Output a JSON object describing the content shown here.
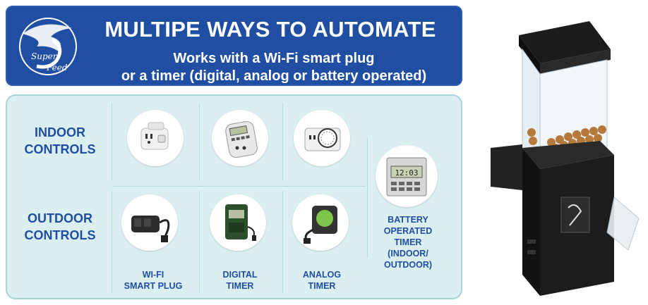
{
  "banner": {
    "title": "MULTIPE WAYS TO AUTOMATE",
    "subtitle_line1": "Works with a Wi-Fi smart plug",
    "subtitle_line2": "or a timer (digital, analog or battery operated)",
    "logo_text": "Super Feed"
  },
  "rows": {
    "indoor_line1": "INDOOR",
    "indoor_line2": "CONTROLS",
    "outdoor_line1": "OUTDOOR",
    "outdoor_line2": "CONTROLS"
  },
  "captions": {
    "wifi_line1": "WI-FI",
    "wifi_line2": "SMART PLUG",
    "digital_line1": "DIGITAL",
    "digital_line2": "TIMER",
    "analog_line1": "ANALOG",
    "analog_line2": "TIMER",
    "battery_line1": "BATTERY",
    "battery_line2": "OPERATED",
    "battery_line3": "TIMER",
    "battery_line4": "(INDOOR/",
    "battery_line5": "OUTDOOR)"
  },
  "battery_timer_display": "12:03",
  "colors": {
    "banner_blue": "#1f4ea3",
    "panel_bg": "#dbeff0",
    "label_blue": "#1f4ea3"
  },
  "icons": [
    "logo-fish-icon",
    "smart-plug-icon",
    "digital-timer-icon",
    "analog-timer-icon",
    "battery-timer-icon",
    "outdoor-smart-plug-icon",
    "outdoor-digital-timer-icon",
    "outdoor-analog-timer-icon",
    "feeder-product-image"
  ]
}
